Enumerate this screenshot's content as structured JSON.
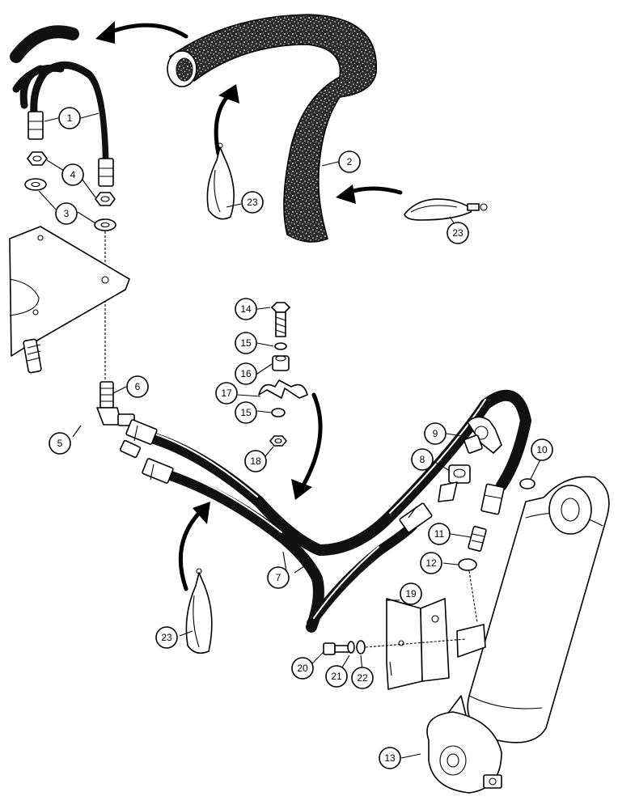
{
  "diagram": {
    "callouts": [
      {
        "id": "c1",
        "label": "1"
      },
      {
        "id": "c2",
        "label": "2"
      },
      {
        "id": "c3",
        "label": "3"
      },
      {
        "id": "c4",
        "label": "4"
      },
      {
        "id": "c5",
        "label": "5"
      },
      {
        "id": "c6",
        "label": "6"
      },
      {
        "id": "c7",
        "label": "7"
      },
      {
        "id": "c8",
        "label": "8"
      },
      {
        "id": "c9",
        "label": "9"
      },
      {
        "id": "c10",
        "label": "10"
      },
      {
        "id": "c11",
        "label": "11"
      },
      {
        "id": "c12",
        "label": "12"
      },
      {
        "id": "c13",
        "label": "13"
      },
      {
        "id": "c14",
        "label": "14"
      },
      {
        "id": "c15a",
        "label": "15"
      },
      {
        "id": "c15b",
        "label": "15"
      },
      {
        "id": "c16",
        "label": "16"
      },
      {
        "id": "c17",
        "label": "17"
      },
      {
        "id": "c18",
        "label": "18"
      },
      {
        "id": "c19",
        "label": "19"
      },
      {
        "id": "c20",
        "label": "20"
      },
      {
        "id": "c21",
        "label": "21"
      },
      {
        "id": "c22",
        "label": "22"
      },
      {
        "id": "c23a",
        "label": "23"
      },
      {
        "id": "c23b",
        "label": "23"
      },
      {
        "id": "c23c",
        "label": "23"
      }
    ]
  }
}
